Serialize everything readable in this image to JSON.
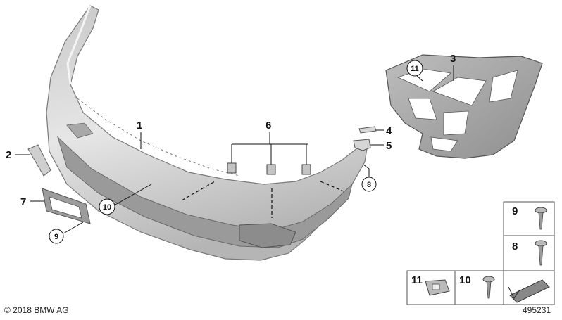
{
  "callouts": {
    "c1": "1",
    "c2": "2",
    "c3": "3",
    "c4": "4",
    "c5": "5",
    "c6": "6",
    "c7": "7",
    "c8": "8",
    "c9": "9",
    "c10": "10",
    "c11": "11"
  },
  "legend": {
    "item9": "9",
    "item8": "8",
    "item11": "11",
    "item10": "10"
  },
  "footer": {
    "copyright": "© 2018 BMW AG",
    "ref": "495231"
  }
}
